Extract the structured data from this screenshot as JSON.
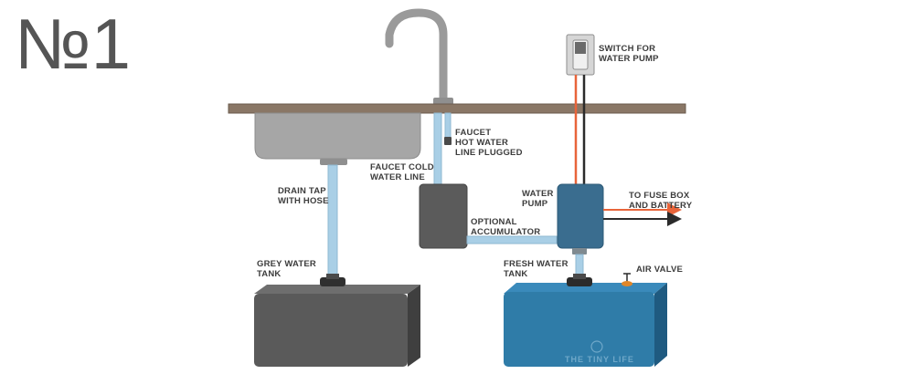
{
  "diagram": {
    "number_label": "№1",
    "labels": {
      "faucet_plugged": [
        "FAUCET",
        "HOT WATER",
        "LINE PLUGGED"
      ],
      "switch": [
        "SWITCH FOR",
        "WATER PUMP"
      ],
      "drain_tap": [
        "DRAIN TAP",
        "WITH HOSE"
      ],
      "faucet_cold": [
        "FAUCET COLD",
        "WATER LINE"
      ],
      "water_pump": [
        "WATER",
        "PUMP"
      ],
      "fuse_box": [
        "TO FUSE BOX",
        "AND BATTERY"
      ],
      "accumulator": [
        "OPTIONAL",
        "ACCUMULATOR"
      ],
      "grey_tank": [
        "GREY WATER",
        "TANK"
      ],
      "fresh_tank": [
        "FRESH WATER",
        "TANK"
      ],
      "air_valve": "AIR VALVE"
    },
    "brand": "THE TINY LIFE",
    "colors": {
      "counter": "#8a7766",
      "sink": "#a6a6a6",
      "water_line": "#a9cfe6",
      "pipe_gray": "#9a9a9a",
      "grey_tank": "#5a5a5a",
      "fresh_tank": "#2f7ca8",
      "pump": "#3a6d8f",
      "accumulator": "#5b5b5b",
      "wire_red": "#e8643a",
      "wire_black": "#2b2b2b",
      "air_valve": "#e0872a"
    }
  }
}
